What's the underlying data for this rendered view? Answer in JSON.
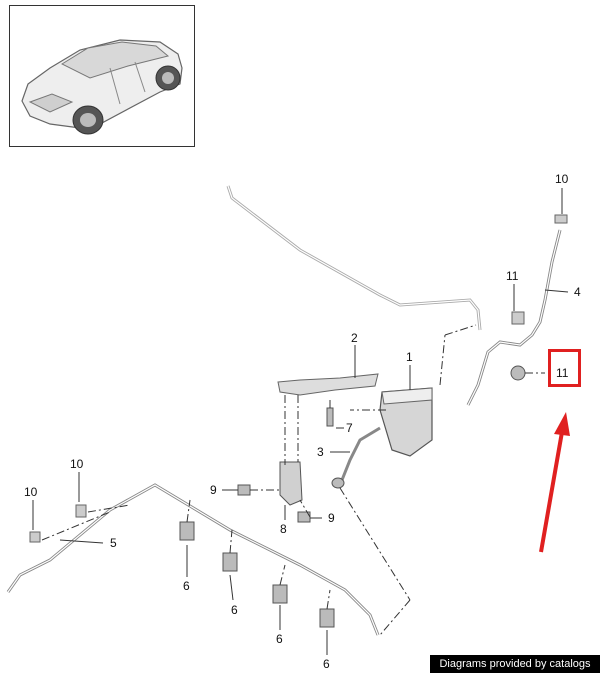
{
  "thumbnail": {
    "icon": "car-suv-icon"
  },
  "labels": {
    "l1": "1",
    "l2": "2",
    "l3": "3",
    "l4": "4",
    "l5": "5",
    "l6a": "6",
    "l6b": "6",
    "l6c": "6",
    "l6d": "6",
    "l7": "7",
    "l8": "8",
    "l9a": "9",
    "l9b": "9",
    "l10a": "10",
    "l10b": "10",
    "l10c": "10",
    "l11a": "11",
    "l11b": "11"
  },
  "highlight": {
    "color": "#e02020",
    "target_label": "11"
  },
  "credit": {
    "text": "Diagrams provided by catalogs parts"
  }
}
